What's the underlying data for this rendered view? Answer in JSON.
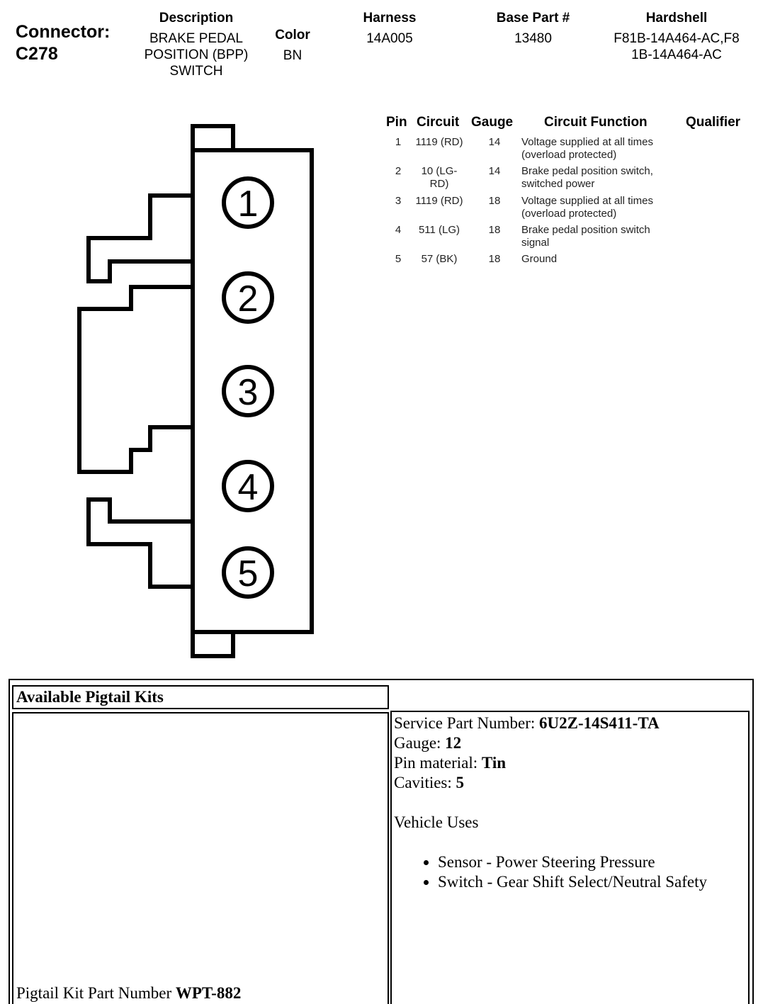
{
  "header": {
    "connector_label": "Connector:",
    "connector_id": "C278",
    "description_label": "Description",
    "description": "BRAKE PEDAL POSITION (BPP) SWITCH",
    "color_label": "Color",
    "color": "BN",
    "harness_label": "Harness",
    "harness": "14A005",
    "base_part_label": "Base Part #",
    "base_part": "13480",
    "hardshell_label": "Hardshell",
    "hardshell": "F81B-14A464-AC,F81B-14A464-AC"
  },
  "connector_pins": [
    "1",
    "2",
    "3",
    "4",
    "5"
  ],
  "pin_table": {
    "headers": {
      "pin": "Pin",
      "circuit": "Circuit",
      "gauge": "Gauge",
      "function": "Circuit Function",
      "qualifier": "Qualifier"
    },
    "rows": [
      {
        "pin": "1",
        "circuit": "1119 (RD)",
        "gauge": "14",
        "function": "Voltage supplied at all times (overload protected)",
        "qualifier": ""
      },
      {
        "pin": "2",
        "circuit": "10 (LG-RD)",
        "gauge": "14",
        "function": "Brake pedal position switch, switched power",
        "qualifier": ""
      },
      {
        "pin": "3",
        "circuit": "1119 (RD)",
        "gauge": "18",
        "function": "Voltage supplied at all times (overload protected)",
        "qualifier": ""
      },
      {
        "pin": "4",
        "circuit": "511 (LG)",
        "gauge": "18",
        "function": "Brake pedal position switch signal",
        "qualifier": ""
      },
      {
        "pin": "5",
        "circuit": "57 (BK)",
        "gauge": "18",
        "function": "Ground",
        "qualifier": ""
      }
    ]
  },
  "pigtail": {
    "title": "Available Pigtail Kits",
    "service_part_label": "Service Part Number:",
    "service_part": "6U2Z-14S411-TA",
    "gauge_label": "Gauge:",
    "gauge": "12",
    "pin_material_label": "Pin material:",
    "pin_material": "Tin",
    "cavities_label": "Cavities:",
    "cavities": "5",
    "vehicle_uses_label": "Vehicle Uses",
    "vehicle_uses": [
      "Sensor - Power Steering Pressure",
      "Switch - Gear Shift Select/Neutral Safety"
    ],
    "kit_part_label": "Pigtail Kit Part Number",
    "kit_part": "WPT-882"
  }
}
